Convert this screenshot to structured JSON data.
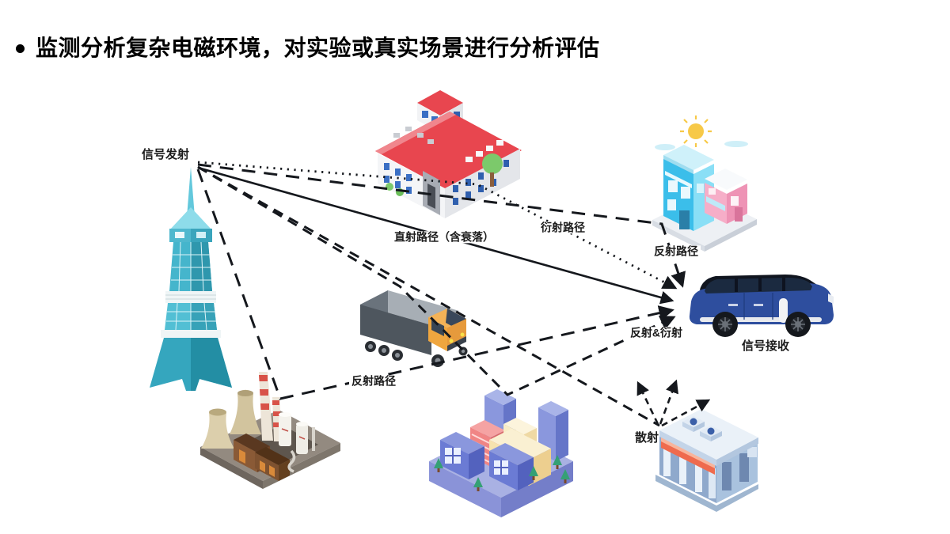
{
  "slide": {
    "title": "监测分析复杂电磁环境，对实验或真实场景进行分析评估",
    "bullet": "•"
  },
  "endpoints": {
    "transmitter": "信号发射",
    "receiver": "信号接收"
  },
  "paths": [
    {
      "id": "direct",
      "label": "直射路径（含衰落）",
      "style": "solid",
      "from": "signal-tower",
      "to": "receiver-car"
    },
    {
      "id": "diffraction",
      "label": "衍射路径",
      "style": "dotted",
      "from": "signal-tower",
      "via": "office-building",
      "to": "receiver-car"
    },
    {
      "id": "reflection-top",
      "label": "反射路径",
      "style": "dashed",
      "from": "signal-tower",
      "via": "street-houses",
      "to": "receiver-car"
    },
    {
      "id": "reflection-bottom",
      "label": "反射路径",
      "style": "dashed",
      "from": "signal-tower",
      "via": "factory",
      "to": "receiver-car"
    },
    {
      "id": "reflection-diffraction",
      "label": "反射&衍射",
      "style": "dashed",
      "from": "signal-tower",
      "via": "truck,city-block",
      "to": "receiver-car"
    },
    {
      "id": "scattering",
      "label": "散射",
      "style": "dashed",
      "from": "signal-tower",
      "via": "store",
      "to": "scattered"
    }
  ],
  "scene": {
    "objects": [
      {
        "icon": "signal-tower-icon",
        "desc": "teal broadcast tower (transmitter)"
      },
      {
        "icon": "office-building-icon",
        "desc": "red-roof office building"
      },
      {
        "icon": "street-houses-icon",
        "desc": "blue and pink houses with sun"
      },
      {
        "icon": "truck-icon",
        "desc": "cargo truck"
      },
      {
        "icon": "factory-icon",
        "desc": "factory with chimneys and cooling towers"
      },
      {
        "icon": "city-block-icon",
        "desc": "isometric city block"
      },
      {
        "icon": "store-icon",
        "desc": "convenience store"
      },
      {
        "icon": "suv-car-icon",
        "desc": "blue SUV (receiver)"
      }
    ]
  },
  "colors": {
    "line": "#15181d",
    "tower_teal": "#45b5cc",
    "roof_red": "#e8464f",
    "house_blue": "#3bbeea",
    "house_pink": "#f6aec8",
    "car_blue": "#2e4e9e",
    "awning_orange": "#ef6b4e",
    "platform_purple": "#a9b1e3"
  }
}
